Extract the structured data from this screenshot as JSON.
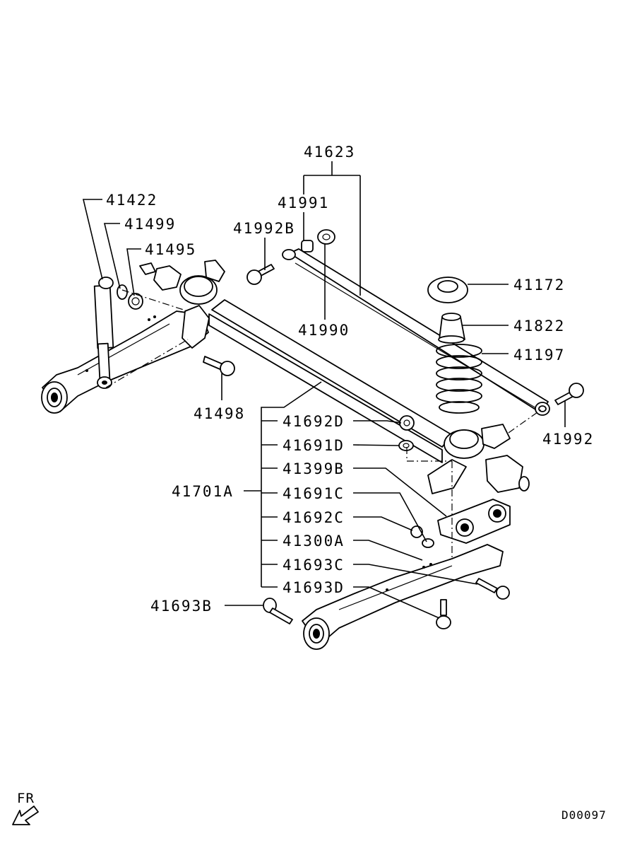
{
  "labels": {
    "p41623": "41623",
    "p41991": "41991",
    "p41992B": "41992B",
    "p41990": "41990",
    "p41422": "41422",
    "p41499": "41499",
    "p41495": "41495",
    "p41498": "41498",
    "p41172": "41172",
    "p41822": "41822",
    "p41197": "41197",
    "p41992": "41992",
    "p41701A": "41701A",
    "p41692D": "41692D",
    "p41691D": "41691D",
    "p41399B": "41399B",
    "p41691C": "41691C",
    "p41692C": "41692C",
    "p41300A": "41300A",
    "p41693C": "41693C",
    "p41693D": "41693D",
    "p41693B": "41693B"
  },
  "orientation": "FR",
  "drawing_code": "D00097",
  "icons": [
    "fr-arrow-icon"
  ]
}
